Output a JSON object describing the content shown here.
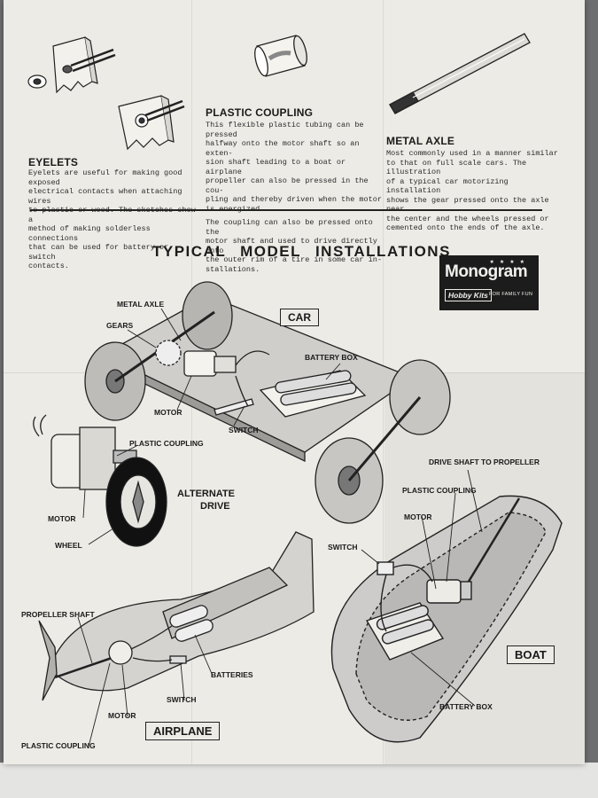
{
  "eyelets": {
    "title": "EYELETS",
    "lines": [
      "Eyelets are useful for making good exposed",
      "electrical contacts when attaching wires",
      "to plastic or wood. The sketches show a",
      "method of making solderless connections",
      "that can be used for battery or switch",
      "contacts."
    ]
  },
  "coupling": {
    "title": "PLASTIC COUPLING",
    "lines": [
      "This flexible plastic tubing can be pressed",
      "halfway onto the motor shaft so an exten-",
      "sion shaft leading to a boat or airplane",
      "propeller can also be pressed in the cou-",
      "pling and thereby driven when the motor",
      "is energized."
    ],
    "lines2": [
      "The coupling can also be pressed onto the",
      "motor shaft and used to drive directly onto",
      "the outer rim of a tire in some car in-",
      "stallations."
    ]
  },
  "axle": {
    "title": "METAL AXLE",
    "lines": [
      "Most commonly used in a manner similar",
      "to that on full scale cars. The illustration",
      "of a typical car motorizing installation",
      "shows the gear pressed onto the axle near",
      "the center and the wheels pressed or",
      "cemented onto the ends of the axle."
    ]
  },
  "main_title": "TYPICAL MODEL INSTALLATIONS",
  "logo": {
    "brand": "Monogram",
    "tagline": "Hobby Kits",
    "slogan": "FOR FAMILY FUN"
  },
  "car": {
    "box": "CAR",
    "labels": {
      "metal_axle": "METAL AXLE",
      "gears": "GEARS",
      "battery_box": "BATTERY BOX",
      "motor": "MOTOR",
      "switch": "SWITCH"
    }
  },
  "alternate": {
    "title_line1": "ALTERNATE",
    "title_line2": "DRIVE",
    "labels": {
      "plastic_coupling": "PLASTIC COUPLING",
      "motor": "MOTOR",
      "wheel": "WHEEL"
    }
  },
  "boat": {
    "box": "BOAT",
    "labels": {
      "drive_shaft": "DRIVE SHAFT TO PROPELLER",
      "plastic_coupling": "PLASTIC COUPLING",
      "motor": "MOTOR",
      "switch": "SWITCH",
      "battery_box": "BATTERY BOX"
    }
  },
  "airplane": {
    "box": "AIRPLANE",
    "labels": {
      "propeller_shaft": "PROPELLER SHAFT",
      "batteries": "BATTERIES",
      "switch": "SWITCH",
      "motor": "MOTOR",
      "plastic_coupling": "PLASTIC COUPLING"
    }
  }
}
